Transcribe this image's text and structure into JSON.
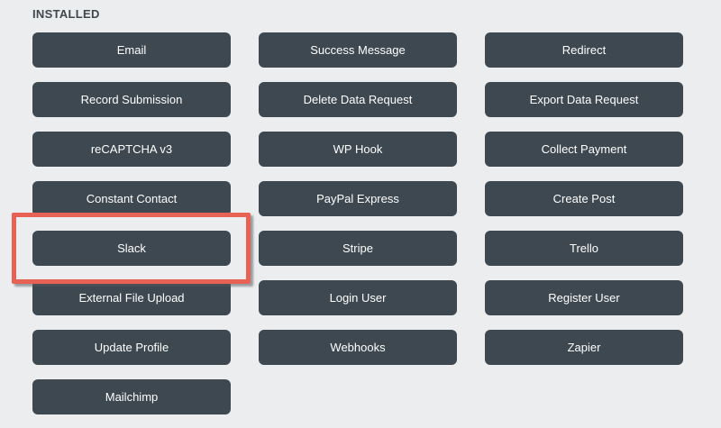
{
  "panel": {
    "section_label": "INSTALLED"
  },
  "colors": {
    "background": "#ebedee",
    "button_bg": "#3d4850",
    "button_text": "#ffffff",
    "label_text": "#41474d",
    "highlight_border": "#e76254"
  },
  "annotation": {
    "target": "Slack",
    "shape": "red-rectangle-outline"
  },
  "buttons": [
    {
      "label": "Email",
      "highlighted": false
    },
    {
      "label": "Success Message",
      "highlighted": false
    },
    {
      "label": "Redirect",
      "highlighted": false
    },
    {
      "label": "Record Submission",
      "highlighted": false
    },
    {
      "label": "Delete Data Request",
      "highlighted": false
    },
    {
      "label": "Export Data Request",
      "highlighted": false
    },
    {
      "label": "reCAPTCHA v3",
      "highlighted": false
    },
    {
      "label": "WP Hook",
      "highlighted": false
    },
    {
      "label": "Collect Payment",
      "highlighted": false
    },
    {
      "label": "Constant Contact",
      "highlighted": false
    },
    {
      "label": "PayPal Express",
      "highlighted": false
    },
    {
      "label": "Create Post",
      "highlighted": false
    },
    {
      "label": "Slack",
      "highlighted": true
    },
    {
      "label": "Stripe",
      "highlighted": false
    },
    {
      "label": "Trello",
      "highlighted": false
    },
    {
      "label": "External File Upload",
      "highlighted": false
    },
    {
      "label": "Login User",
      "highlighted": false
    },
    {
      "label": "Register User",
      "highlighted": false
    },
    {
      "label": "Update Profile",
      "highlighted": false
    },
    {
      "label": "Webhooks",
      "highlighted": false
    },
    {
      "label": "Zapier",
      "highlighted": false
    },
    {
      "label": "Mailchimp",
      "highlighted": false
    }
  ]
}
